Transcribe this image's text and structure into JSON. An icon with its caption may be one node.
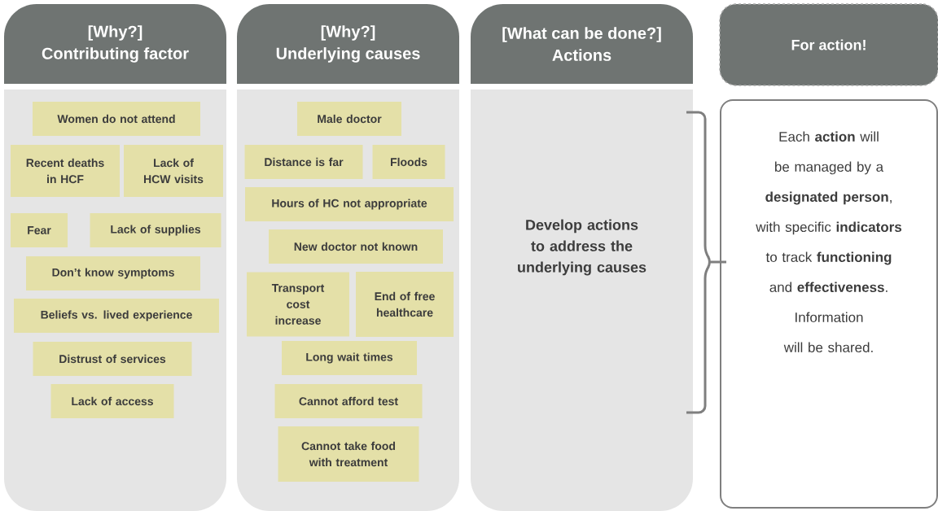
{
  "diagram": {
    "nodes": [
      {
        "text": [
          "[Why?]",
          "Contributing factor"
        ]
      },
      {
        "text": [],
        "shape": "box"
      },
      {
        "text": [
          "Women do not attend"
        ],
        "in": 1
      },
      {
        "text": [
          "Recent deaths in HCF"
        ],
        "in": 1
      },
      {
        "text": [
          "Lack of HCW visits"
        ],
        "in": 1
      },
      {
        "text": [
          "Fear"
        ],
        "in": 1
      },
      {
        "text": [
          "Lack of supplies"
        ],
        "in": 1
      },
      {
        "text": [
          "Don’t know symptoms"
        ],
        "in": 1
      },
      {
        "text": [
          "Beliefs vs. lived experience"
        ],
        "in": 1
      },
      {
        "text": [
          "Distrust of services"
        ],
        "in": 1
      },
      {
        "text": [
          "Lack of access"
        ],
        "in": 1
      },
      {
        "text": [
          "[Why?]",
          "Underlying causes"
        ]
      },
      {
        "text": [],
        "shape": "box"
      },
      {
        "text": [
          "Male doctor"
        ],
        "in": 12
      },
      {
        "text": [
          "Distance is far"
        ],
        "in": 12
      },
      {
        "text": [
          "Floods"
        ],
        "in": 12
      },
      {
        "text": [
          "Hours of HC not appropriate"
        ],
        "in": 12
      },
      {
        "text": [
          "New doctor not known"
        ],
        "in": 12
      },
      {
        "text": [
          "Transport cost increase"
        ],
        "in": 12
      },
      {
        "text": [
          "End of free healthcare"
        ],
        "in": 12
      },
      {
        "text": [
          "Long wait times"
        ],
        "in": 12
      },
      {
        "text": [
          "Cannot afford test"
        ],
        "in": 12
      },
      {
        "text": [
          "Cannot take food with treatment"
        ],
        "in": 12
      },
      {
        "text": [
          "[What can be done?]",
          "Actions"
        ]
      },
      {
        "text": [
          "Develop actions to address the underlying causes"
        ]
      },
      {
        "text": [
          "For action!"
        ]
      },
      {
        "text": [
          "Each **action** will be managed by a **designated person**, with specific **indicators** to track **functioning** and **effectiveness**. Information will be shared."
        ]
      }
    ]
  }
}
